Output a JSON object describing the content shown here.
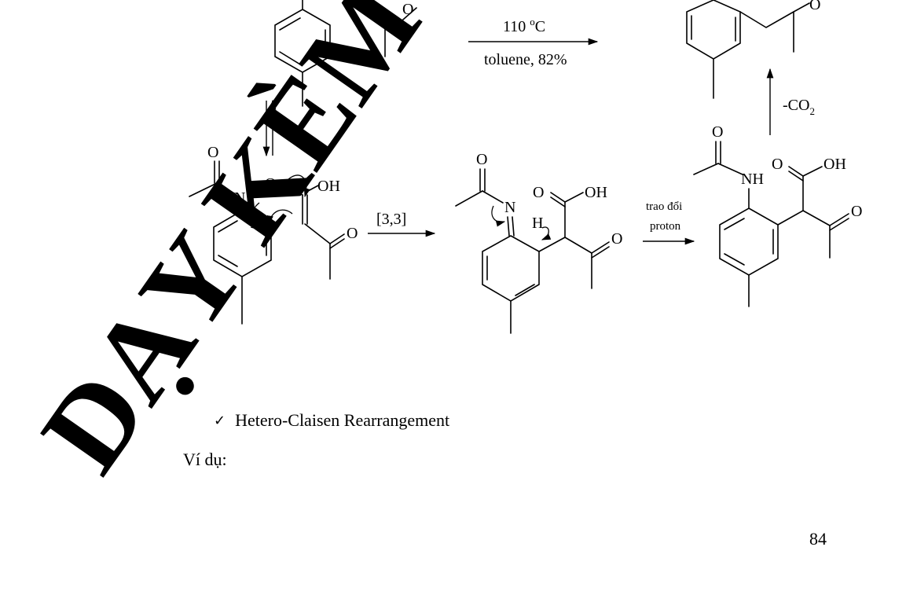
{
  "scheme": {
    "step1_condition_top": "110 ",
    "step1_condition_sup": "o",
    "step1_condition_unit": "C",
    "step1_condition_bottom": "toluene, 82%",
    "decarboxylation_prefix": "-CO",
    "decarboxylation_sub": "2",
    "step2_label": "[3,3]",
    "step3_label_line1": "trao đổi",
    "step3_label_line2": "proton",
    "atoms": {
      "oxygen": "O",
      "nitrogen": "N",
      "hydroxyl": "OH",
      "hydrogen": "H",
      "amine": "NH"
    }
  },
  "watermark": {
    "text": "DẠY KÈM QUY",
    "color": "#ff0000"
  },
  "section": {
    "bullet_icon": "check-mark-icon",
    "bullet_symbol": "✓",
    "heading": "Hetero-Claisen Rearrangement"
  },
  "example_label": "Ví dụ:",
  "page_number": "84"
}
